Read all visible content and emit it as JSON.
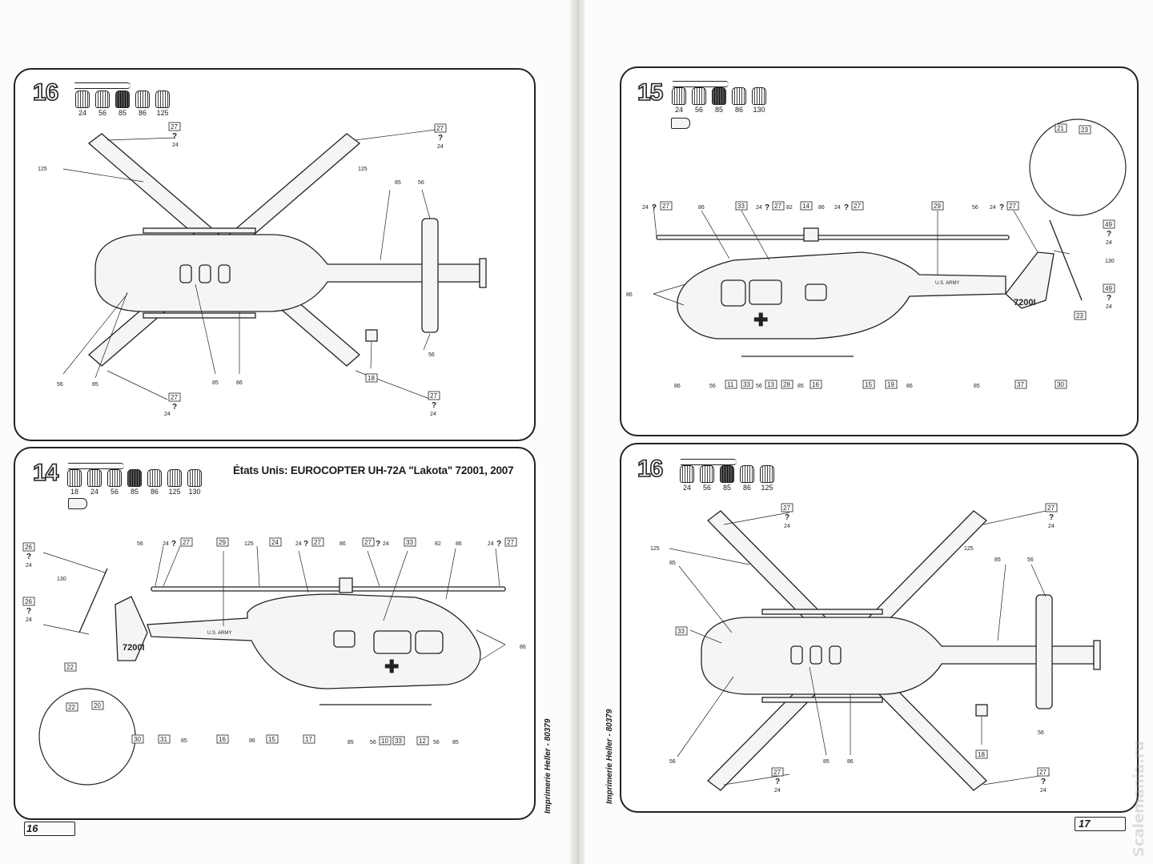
{
  "left_page": {
    "page_number": "16",
    "sidebar_text": "Imprimerie Heller - 80379",
    "step16": {
      "number": "16",
      "paints": [
        "24",
        "56",
        "85",
        "86",
        "125"
      ],
      "labels": {
        "q": "?",
        "b27": "27",
        "c24": "24",
        "c125": "125",
        "c85": "85",
        "c56": "56",
        "c86": "86",
        "b18": "18"
      }
    },
    "step14": {
      "number": "14",
      "paints": [
        "18",
        "24",
        "56",
        "85",
        "86",
        "125",
        "130"
      ],
      "title": "États Unis: EUROCOPTER UH-72A \"Lakota\" 72001, 2007",
      "labels": {
        "q": "?",
        "b26": "26",
        "b27": "27",
        "b29": "29",
        "b24": "24",
        "b33": "33",
        "b22": "22",
        "b20": "20",
        "b30": "30",
        "b31": "31",
        "b16": "16",
        "b15": "15",
        "b17": "17",
        "b10": "10",
        "b12": "12",
        "c24": "24",
        "c56": "56",
        "c125": "125",
        "c86": "86",
        "c82": "82",
        "c130": "130",
        "c85": "85",
        "reg": "7200I",
        "army": "U.S. ARMY"
      }
    }
  },
  "right_page": {
    "page_number": "17",
    "sidebar_text": "Imprimerie Heller - 80379",
    "watermark": "Scalemania.ru",
    "step15": {
      "number": "15",
      "paints": [
        "24",
        "56",
        "85",
        "86",
        "130"
      ],
      "labels": {
        "q": "?",
        "b27": "27",
        "b33": "33",
        "b14": "14",
        "b29": "29",
        "b21": "21",
        "b23": "23",
        "b49": "49",
        "b11": "11",
        "b13": "13",
        "b28": "28",
        "b16": "16",
        "b15": "15",
        "b19": "19",
        "b37": "37",
        "b30": "30",
        "c24": "24",
        "c86": "86",
        "c82": "82",
        "c56": "56",
        "c130": "130",
        "c85": "85",
        "reg": "7200I",
        "army": "U.S. ARMY"
      }
    },
    "step16": {
      "number": "16",
      "paints": [
        "24",
        "56",
        "85",
        "86",
        "125"
      ],
      "labels": {
        "q": "?",
        "b27": "27",
        "b33": "33",
        "b18": "18",
        "c24": "24",
        "c125": "125",
        "c85": "85",
        "c56": "56",
        "c86": "86"
      }
    }
  }
}
